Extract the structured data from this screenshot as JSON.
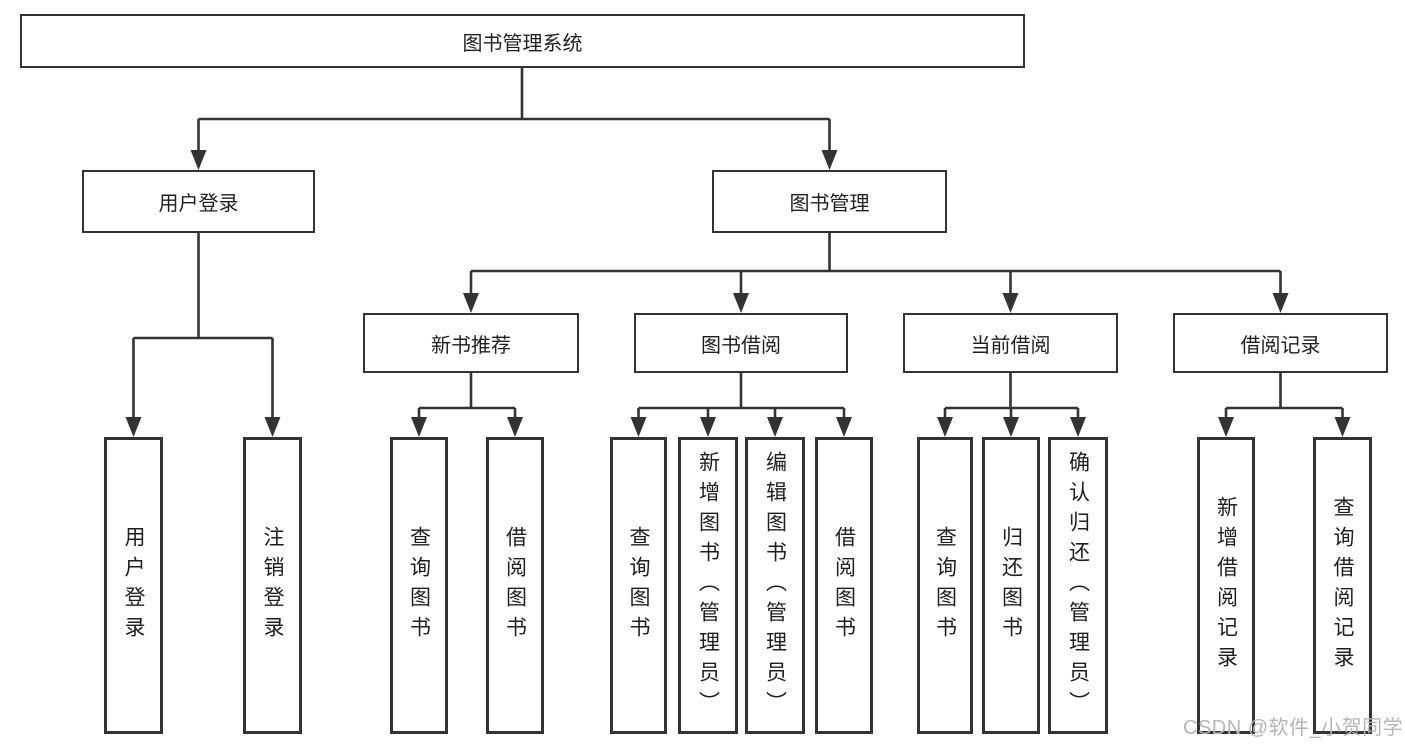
{
  "diagram": {
    "root": {
      "label": "图书管理系统"
    },
    "branches": [
      {
        "label": "用户登录",
        "leaves": [
          "用户登录",
          "注销登录"
        ]
      },
      {
        "label": "图书管理",
        "children": [
          {
            "label": "新书推荐",
            "leaves": [
              "查询图书",
              "借阅图书"
            ]
          },
          {
            "label": "图书借阅",
            "leaves": [
              "查询图书",
              "新增图书（管理员）",
              "编辑图书（管理员）",
              "借阅图书"
            ]
          },
          {
            "label": "当前借阅",
            "leaves": [
              "查询图书",
              "归还图书",
              "确认归还（管理员）"
            ]
          },
          {
            "label": "借阅记录",
            "leaves": [
              "新增借阅记录",
              "查询借阅记录"
            ]
          }
        ]
      }
    ]
  },
  "watermark": "CSDN @软件_小贺同学",
  "colors": {
    "line": "#333333",
    "box_border": "#333333",
    "text": "#1f1f1f",
    "watermark": "#b5b5b5",
    "background": "#ffffff"
  }
}
